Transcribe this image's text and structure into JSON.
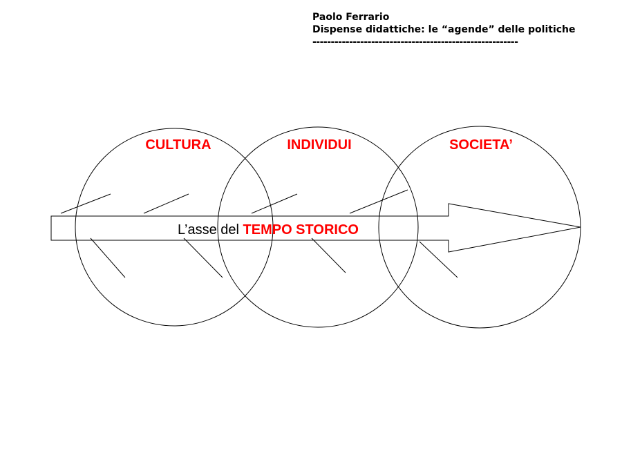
{
  "header": {
    "author": "Paolo Ferrario",
    "subtitle": "Dispense didattiche: le “agende” delle politiche",
    "separator": "--------------------------------------------------------"
  },
  "circles": [
    {
      "label": "CULTURA"
    },
    {
      "label": "INDIVIDUI"
    },
    {
      "label": "SOCIETA’"
    }
  ],
  "axis": {
    "prefix": "L’asse del ",
    "emphasis": "TEMPO STORICO"
  },
  "colors": {
    "accent": "#ff0000",
    "stroke": "#000000"
  }
}
